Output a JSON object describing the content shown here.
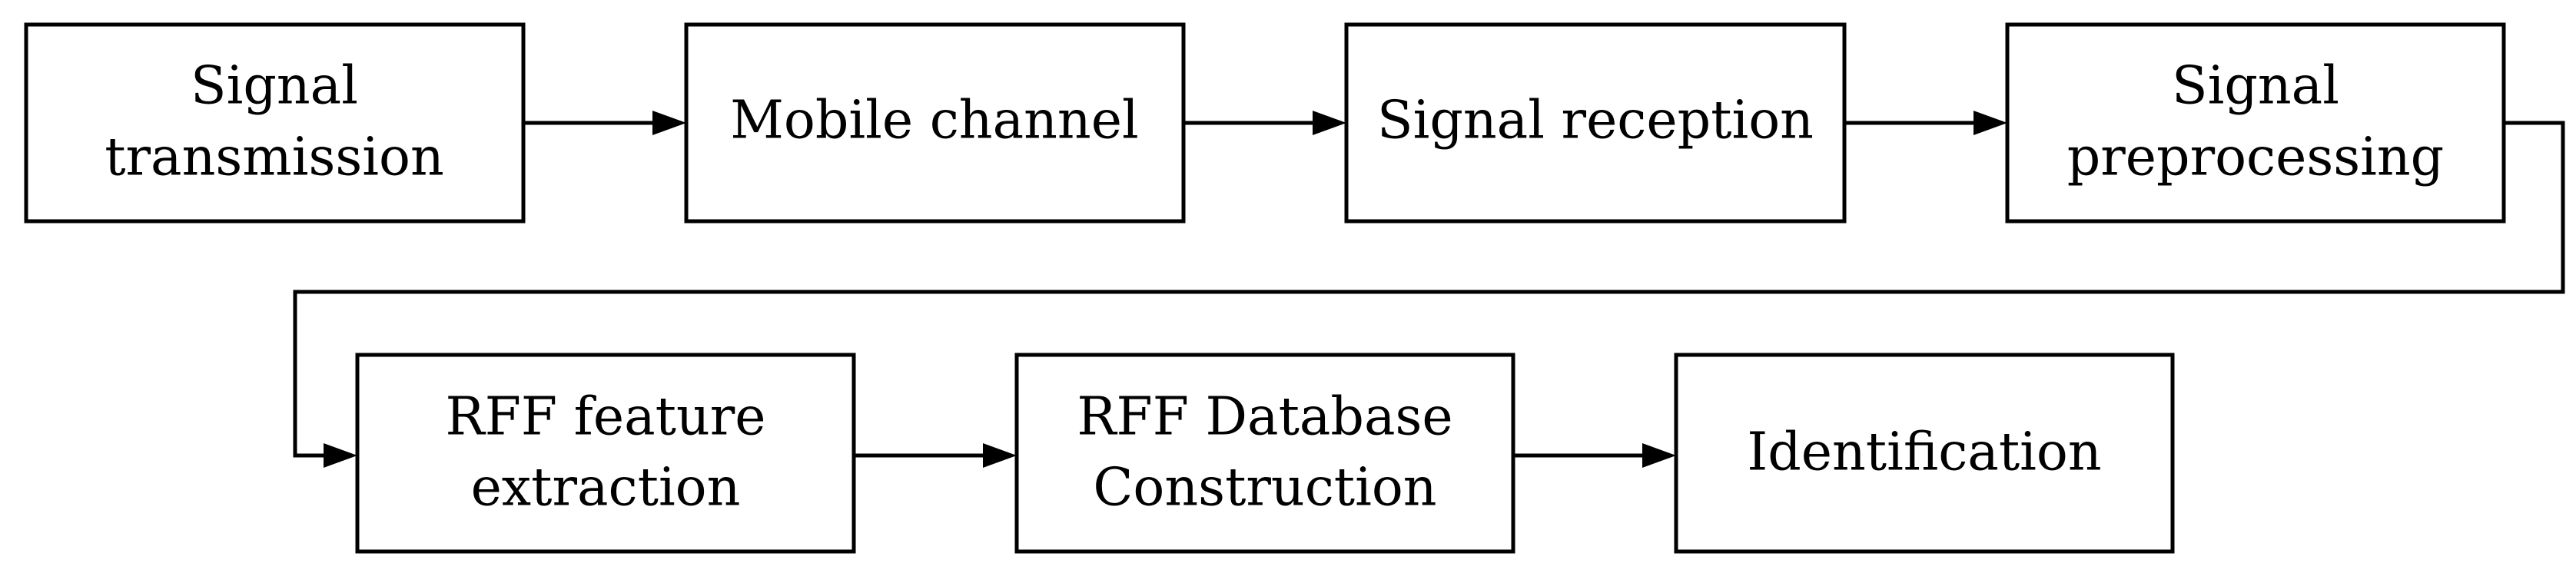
{
  "nodes": [
    {
      "id": "signal-transmission",
      "lines": [
        "Signal",
        "transmission"
      ]
    },
    {
      "id": "mobile-channel",
      "lines": [
        "Mobile channel"
      ]
    },
    {
      "id": "signal-reception",
      "lines": [
        "Signal reception"
      ]
    },
    {
      "id": "signal-preprocessing",
      "lines": [
        "Signal",
        "preprocessing"
      ]
    },
    {
      "id": "rff-feature-extraction",
      "lines": [
        "RFF feature",
        "extraction"
      ]
    },
    {
      "id": "rff-database-construction",
      "lines": [
        "RFF Database",
        "Construction"
      ]
    },
    {
      "id": "identification",
      "lines": [
        "Identification"
      ]
    }
  ],
  "edges": [
    [
      "signal-transmission",
      "mobile-channel"
    ],
    [
      "mobile-channel",
      "signal-reception"
    ],
    [
      "signal-reception",
      "signal-preprocessing"
    ],
    [
      "signal-preprocessing",
      "rff-feature-extraction"
    ],
    [
      "rff-feature-extraction",
      "rff-database-construction"
    ],
    [
      "rff-database-construction",
      "identification"
    ]
  ],
  "colors": {
    "stroke": "#000000",
    "fill": "#ffffff",
    "text": "#000000"
  }
}
